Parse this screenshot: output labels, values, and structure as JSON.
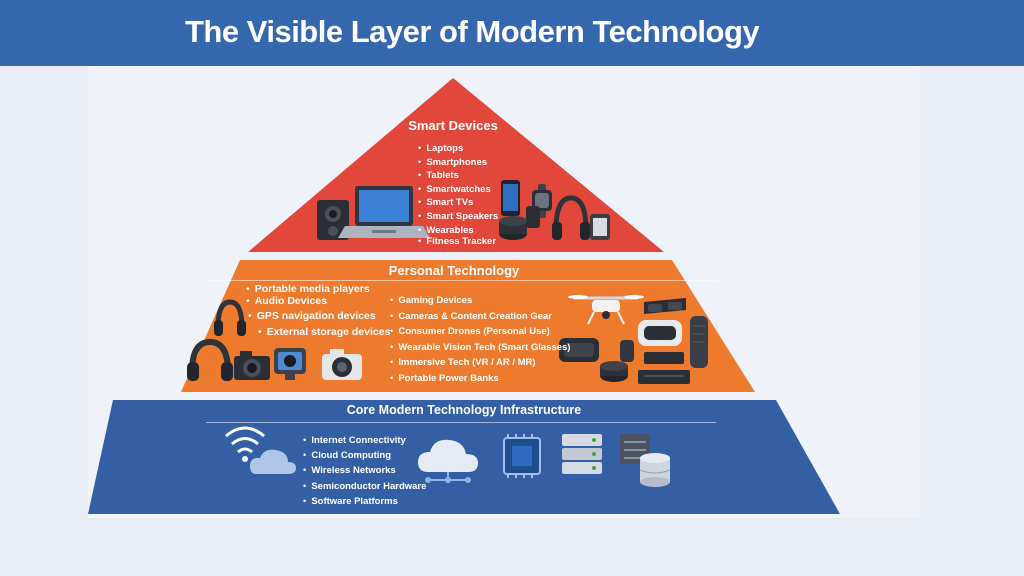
{
  "header": {
    "title": "The Visible Layer of Modern Technology"
  },
  "colors": {
    "header": "#3467ae",
    "tier_top": "#e2473c",
    "tier_middle": "#ee7a2d",
    "tier_bottom": "#345fa5",
    "background": "#e8edf5"
  },
  "tiers": {
    "top": {
      "title": "Smart Devices",
      "items": [
        "Laptops",
        "Smartphones",
        "Tablets",
        "Smartwatches",
        "Smart TVs",
        "Smart Speakers",
        "Wearables",
        "Fitness Tracker"
      ],
      "icons": [
        "speaker-icon",
        "laptop-icon",
        "smartphone-icon",
        "smartwatch-icon",
        "smart-speaker-icon",
        "headphones-icon",
        "tablet-icon"
      ]
    },
    "middle": {
      "title": "Personal Technology",
      "items_left": [
        "Portable media players",
        "Audio Devices",
        "GPS navigation devices",
        "External storage devices"
      ],
      "items_right": [
        "Gaming Devices",
        "Cameras & Content Creation Gear",
        "Consumer Drones (Personal Use)",
        "Wearable Vision Tech (Smart Glasses)",
        "Immersive Tech (VR / AR / MR)",
        "Portable Power Banks"
      ],
      "icons": [
        "headphones-icon",
        "camera-icon",
        "drone-icon",
        "vr-headset-icon",
        "smart-glasses-icon",
        "power-bank-icon",
        "smart-speaker-icon"
      ]
    },
    "bottom": {
      "title": "Core Modern Technology Infrastructure",
      "items": [
        "Internet Connectivity",
        "Cloud Computing",
        "Wireless Networks",
        "Semiconductor Hardware",
        "Software Platforms"
      ],
      "icons": [
        "wifi-cloud-icon",
        "cloud-network-icon",
        "chip-icon",
        "server-rack-icon",
        "database-icon"
      ]
    }
  }
}
